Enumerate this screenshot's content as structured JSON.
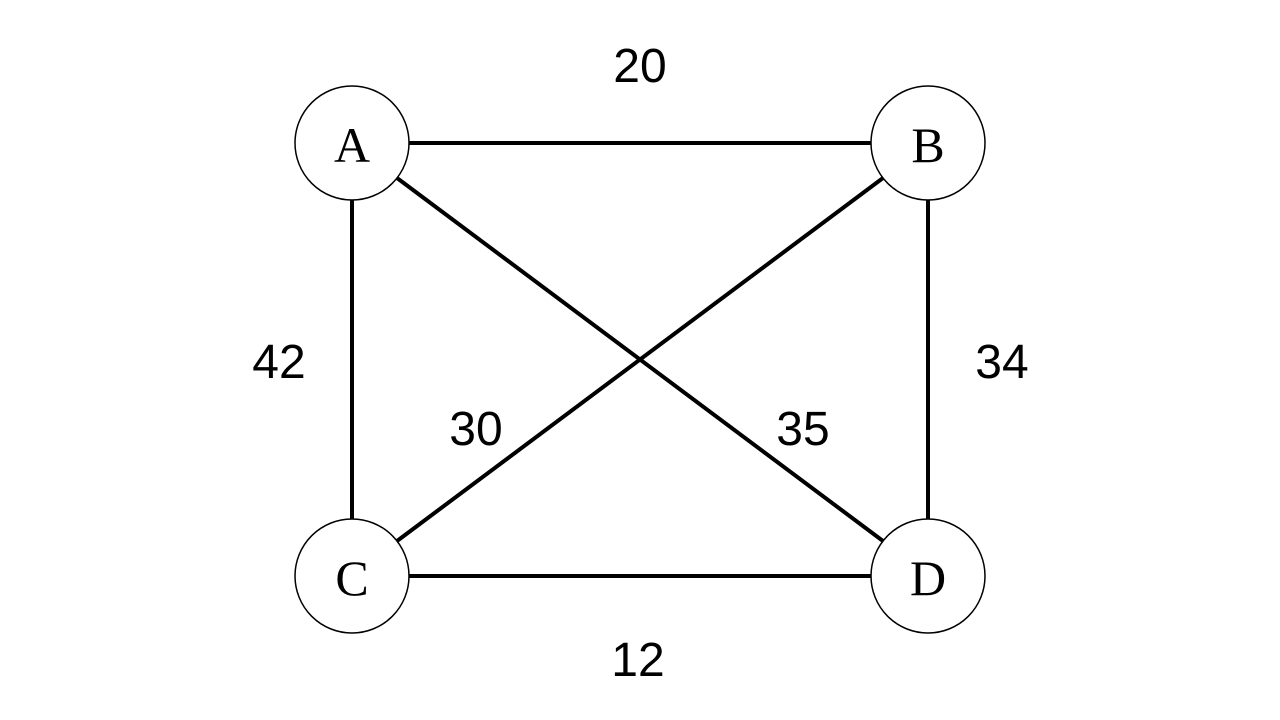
{
  "graph": {
    "nodes": [
      {
        "id": "A",
        "label": "A"
      },
      {
        "id": "B",
        "label": "B"
      },
      {
        "id": "C",
        "label": "C"
      },
      {
        "id": "D",
        "label": "D"
      }
    ],
    "edges": [
      {
        "from": "A",
        "to": "B",
        "weight": "20"
      },
      {
        "from": "A",
        "to": "C",
        "weight": "42"
      },
      {
        "from": "B",
        "to": "D",
        "weight": "34"
      },
      {
        "from": "B",
        "to": "C",
        "weight": "30"
      },
      {
        "from": "A",
        "to": "D",
        "weight": "35"
      },
      {
        "from": "C",
        "to": "D",
        "weight": "12"
      }
    ]
  }
}
